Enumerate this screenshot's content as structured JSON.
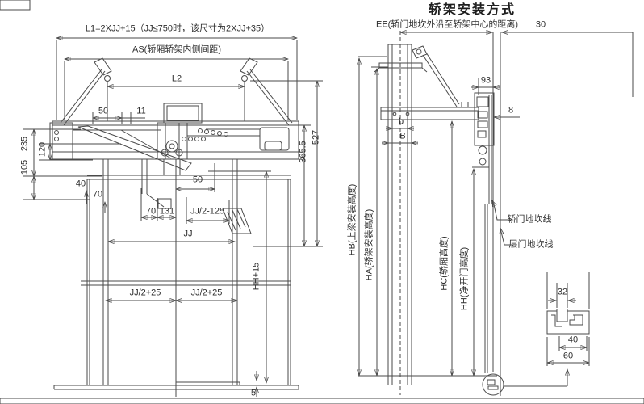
{
  "colors": {
    "line": "#4a4a4a",
    "text": "#2e2e2e",
    "corner_gray": "#d9d9d9",
    "footer_gray": "#dcdcdc"
  },
  "left_view": {
    "dims": {
      "l1": "L1=2XJJ+15（JJ≤750时，该尺寸为2XJJ+35）",
      "as": "AS(轿厢轿架内侧间距)",
      "l2": "L2",
      "top_50": "50",
      "top_11": "11",
      "v_235": "235",
      "v_120": "120",
      "v_105": "105",
      "d_40": "40",
      "d_70a": "70",
      "d_70b": "70",
      "d_131": "131",
      "mid_50": "50",
      "jj_half_minus_125": "JJ/2-125",
      "v_365_5": "365.5",
      "v_527": "527",
      "jj": "JJ",
      "jj_half_plus_25_left": "JJ/2+25",
      "jj_half_plus_25_right": "JJ/2+25",
      "hh_plus_15": "HH+15",
      "d_5": "5"
    }
  },
  "right_view": {
    "title": "轿架安装方式",
    "ee_label": "EE(轿门地坎外沿至轿架中心的距离)",
    "d_30": "30",
    "d_93": "93",
    "d_8": "8",
    "b_inner": "b",
    "b_outer": "B",
    "heights": {
      "hb": "HB(上梁安装高度)",
      "ha": "HA(轿架安装高度)",
      "hc": "HC(轿厢高度)",
      "hh": "HH(净开门高度)"
    },
    "sill_lines": {
      "car": "轿门地坎线",
      "landing": "层门地坎线"
    },
    "sill_profile_dims": {
      "w_32": "32",
      "w_40": "40",
      "w_60": "60"
    }
  }
}
